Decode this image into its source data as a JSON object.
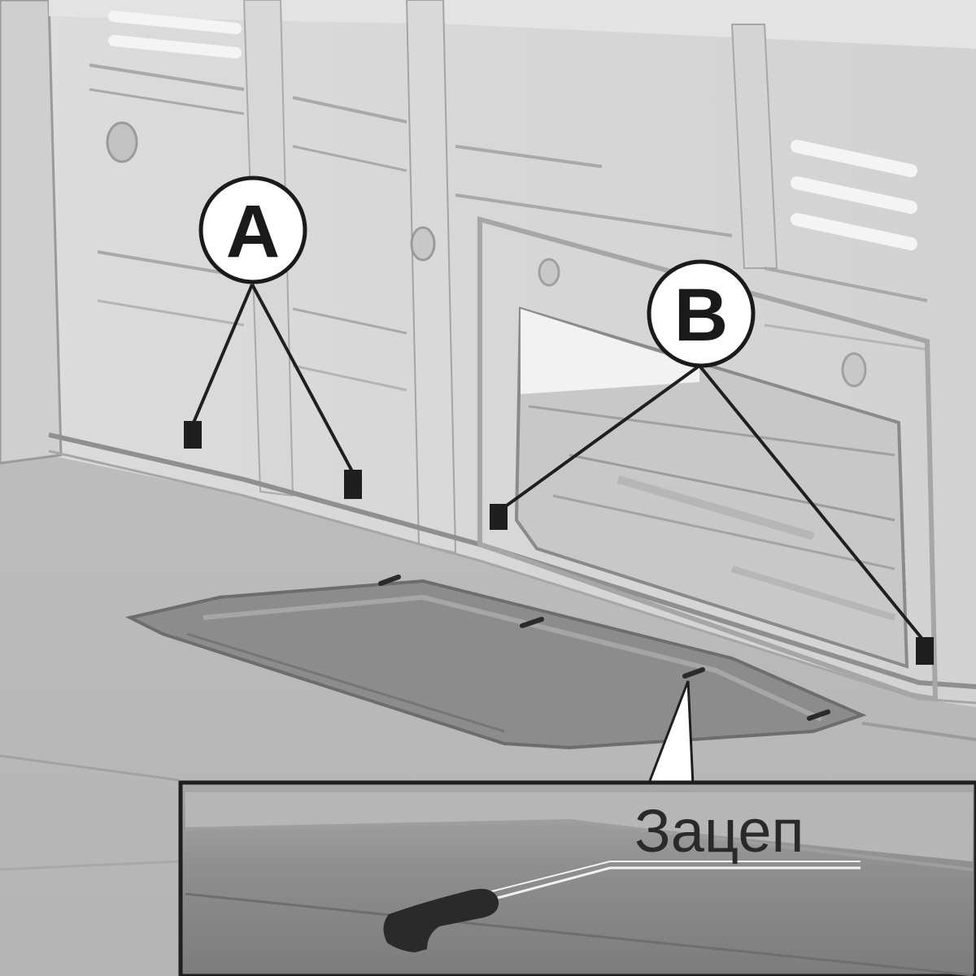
{
  "callouts": {
    "a": {
      "letter": "A"
    },
    "b": {
      "letter": "B"
    }
  },
  "inset": {
    "label": "Зацеп"
  }
}
